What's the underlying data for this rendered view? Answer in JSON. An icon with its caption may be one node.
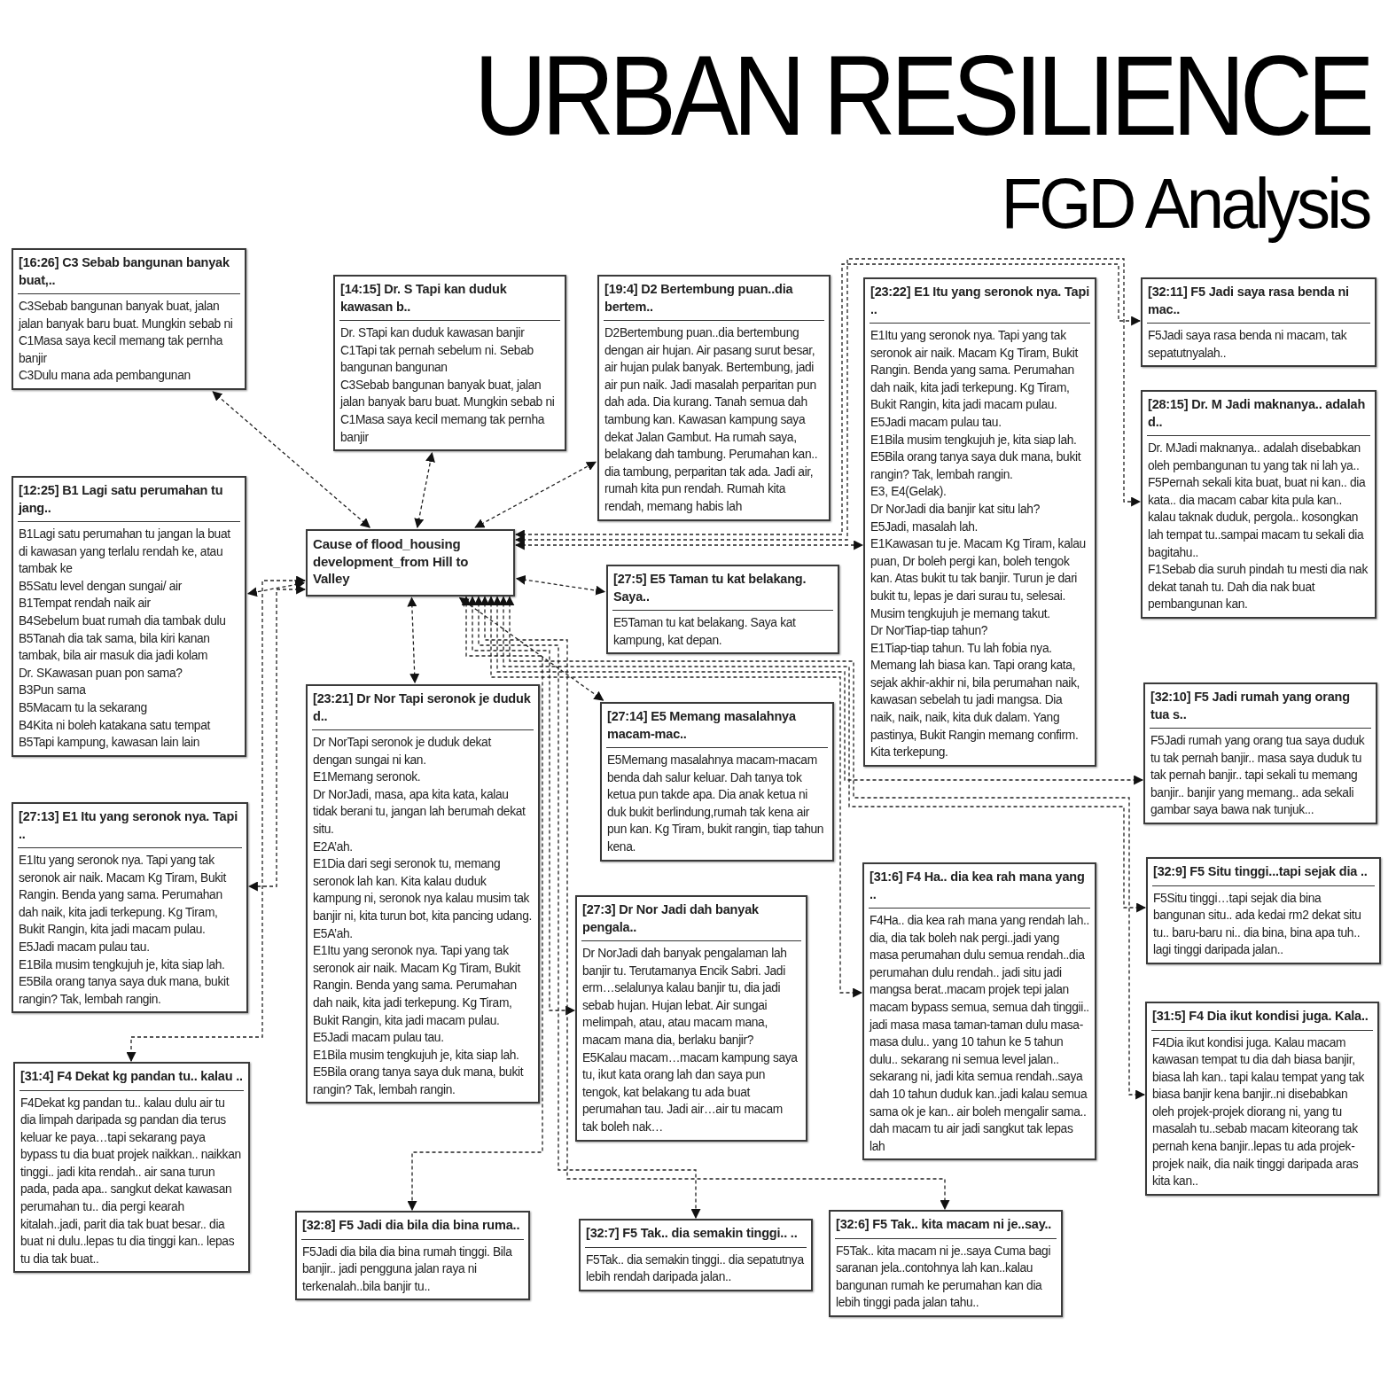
{
  "diagram": {
    "title": "URBAN RESILIENCE",
    "nodes": [
      {
        "text": [
          "Cause of flood_housing development_from Hill to Valley"
        ]
      },
      {
        "text": [
          "[16:26] C3 Sebab bangunan banyak buat,..",
          "C3Sebab bangunan banyak buat, jalan jalan banyak baru buat. Mungkin sebab  ni",
          "C1Masa saya kecil memang tak pernha banjir",
          "C3Dulu mana ada pembangunan"
        ]
      },
      {
        "text": [
          "[14:15] Dr. S Tapi kan duduk kawasan b..",
          "Dr. STapi kan duduk kawasan banjir",
          "C1Tapi tak pernah sebelum ni. Sebab bangunan  bangunan",
          "C3Sebab bangunan banyak buat, jalan jalan banyak baru buat. Mungkin sebab  ni",
          "C1Masa saya kecil memang tak pernha banjir"
        ]
      },
      {
        "text": [
          "[19:4] D2 Bertembung puan..dia bertem..",
          "D2Bertembung puan..dia bertembung dengan air hujan. Air pasang surut besar, air hujan pulak banyak. Bertembung, jadi air pun naik. Jadi masalah perparitan pun dah ada. Dia kurang. Tanah semua dah tambung kan. Kawasan kampung saya dekat Jalan Gambut. Ha rumah saya, belakang dah tambung. Perumahan kan.. dia tambung, perparitan tak ada. Jadi air, rumah kita pun rendah. Rumah kita rendah, memang habis lah"
        ]
      },
      {
        "text": [
          "[23:22] E1 Itu yang seronok nya. Tapi ..",
          "E1Itu yang seronok nya. Tapi yang tak seronok air naik. Macam Kg Tiram, Bukit Rangin. Benda yang sama. Perumahan dah naik, kita jadi terkepung. Kg Tiram, Bukit Rangin, kita jadi macam pulau.",
          "E5Jadi macam pulau tau.",
          "E1Bila musim tengkujuh je, kita siap lah.",
          "E5Bila orang tanya saya duk mana, bukit rangin? Tak, lembah rangin.",
          "E3, E4(Gelak).",
          "Dr NorJadi dia banjir kat situ lah?",
          "E5Jadi,  masalah lah.",
          "E1Kawasan tu je. Macam Kg Tiram, kalau puan, Dr boleh pergi kan, boleh tengok kan. Atas bukit tu tak banjir. Turun je dari bukit tu, lepas je dari surau tu, selesai. Musim tengkujuh je memang takut.",
          "Dr NorTiap-tiap tahun?",
          "E1Tiap-tiap tahun. Tu lah fobia nya. Memang lah biasa kan. Tapi orang kata, sejak akhir-akhir ni, bila perumahan naik, kawasan sebelah tu jadi mangsa. Dia naik, naik, naik, kita duk dalam. Yang pastinya, Bukit Rangin memang confirm. Kita terkepung."
        ]
      },
      {
        "text": [
          "[32:11] F5 Jadi saya rasa benda ni mac..",
          "F5Jadi saya rasa benda ni macam, tak sepatutnyalah.."
        ]
      },
      {
        "text": [
          "[28:15] Dr. M Jadi maknanya.. adalah d..",
          "Dr. MJadi maknanya.. adalah disebabkan oleh pembangunan tu yang tak ni lah ya..",
          "F5Pernah sekali kita buat, buat ni kan.. dia kata.. dia macam cabar kita pula kan.. kalau taknak duduk, pergola.. kosongkan lah tempat tu..sampai macam tu sekali dia bagitahu..",
          "F1Sebab dia suruh pindah tu mesti dia nak dekat tanah tu. Dah dia nak buat pembangunan kan."
        ]
      },
      {
        "text": [
          "[12:25] B1 Lagi satu perumahan tu jang..",
          "B1Lagi satu perumahan tu jangan la buat di kawasan yang terlalu rendah ke, atau tambak ke",
          "B5Satu level dengan sungai/ air",
          "B1Tempat rendah naik air",
          "B4Sebelum buat rumah dia tambak dulu",
          "B5Tanah dia tak sama, bila kiri kanan tambak, bila air masuk dia jadi kolam",
          "Dr. SKawasan puan pon sama?",
          "B3Pun sama",
          "B5Macam tu la sekarang",
          "B4Kita ni boleh katakana satu tempat",
          "B5Tapi kampung, kawasan lain lain"
        ]
      },
      {
        "text": [
          "[27:5] E5 Taman tu kat belakang. Saya..",
          "E5Taman tu kat belakang. Saya kat kampung, kat depan."
        ]
      },
      {
        "text": [
          "[27:13] E1 Itu yang seronok nya. Tapi ..",
          "E1Itu yang seronok nya. Tapi yang tak seronok air naik. Macam Kg Tiram, Bukit Rangin. Benda yang sama. Perumahan dah naik, kita jadi terkepung. Kg Tiram, Bukit Rangin, kita jadi macam pulau.",
          "E5Jadi macam pulau tau.",
          "E1Bila musim tengkujuh je, kita siap lah.",
          "E5Bila orang tanya saya duk mana, bukit rangin? Tak, lembah rangin."
        ]
      },
      {
        "text": [
          "[23:21] Dr Nor Tapi seronok je duduk d..",
          "Dr NorTapi seronok je duduk dekat dengan sungai ni kan.",
          "E1Memang  seronok.",
          "Dr NorJadi, masa, apa kita kata, kalau tidak berani tu, jangan lah berumah dekat  situ.",
          "E2A’ah.",
          "E1Dia dari segi seronok tu, memang seronok lah kan. Kita kalau duduk kampung ni, seronok nya kalau musim tak banjir ni, kita turun bot, kita pancing udang.",
          "E5A’ah.",
          "E1Itu yang seronok nya. Tapi yang tak seronok air naik. Macam Kg Tiram, Bukit Rangin. Benda yang sama. Perumahan dah naik, kita jadi terkepung. Kg Tiram, Bukit Rangin, kita jadi macam pulau.",
          "E5Jadi macam  pulau  tau.",
          "E1Bila musim tengkujuh je, kita siap lah.",
          "E5Bila orang tanya saya duk mana, bukit rangin? Tak, lembah rangin."
        ]
      },
      {
        "text": [
          "[27:14] E5 Memang masalahnya macam-mac..",
          "E5Memang masalahnya macam-macam benda dah salur keluar.  Dah tanya tok ketua pun takde apa. Dia anak ketua ni duk bukit berlindung,rumah tak kena air pun kan. Kg Tiram, bukit rangin, tiap tahun kena."
        ]
      },
      {
        "text": [
          "[32:10] F5 Jadi rumah yang orang tua s..",
          "F5Jadi rumah yang orang tua saya duduk tu tak pernah banjir.. masa saya duduk tu tak pernah banjir.. tapi sekali tu memang banjir.. banjir yang memang.. ada sekali gambar saya bawa nak tunjuk..."
        ]
      },
      {
        "text": [
          "[31:6] F4 Ha.. dia kea rah mana yang ..",
          "F4Ha.. dia kea rah mana yang rendah lah.. dia, dia tak boleh nak pergi..jadi yang masa perumahan dulu semua rendah..dia perumahan dulu rendah.. jadi situ jadi mangsa berat..macam projek tepi jalan macam bypass semua, semua dah tinggii.. jadi masa masa taman-taman dulu masa-masa dulu.. yang 10 tahun ke 5 tahun dulu.. sekarang ni semua level jalan.. sekarang ni, jadi kita semua rendah..saya dah 10 tahun duduk kan..jadi kalau semua sama ok je kan.. air boleh mengalir sama.. dah macam tu air jadi sangkut tak lepas lah"
        ]
      },
      {
        "text": [
          "[32:9] F5 Situ tinggi...tapi sejak dia ..",
          "F5Situ tinggi…tapi sejak dia bina bangunan situ.. ada kedai rm2 dekat situ tu.. baru-baru ni.. dia bina, bina apa tuh.. lagi tinggi daripada jalan.."
        ]
      },
      {
        "text": [
          "[27:3] Dr Nor Jadi dah banyak pengala..",
          "Dr NorJadi dah banyak pengalaman lah banjir tu. Terutamanya Encik Sabri. Jadi erm…selalunya kalau banjir tu, dia jadi sebab hujan. Hujan lebat. Air sungai melimpah, atau, atau macam mana, macam mana dia, berlaku banjir?",
          "E5Kalau macam…macam kampung saya tu, ikut kata orang lah dan saya pun tengok, kat belakang tu ada buat perumahan tau. Jadi air…air tu macam tak boleh nak…"
        ]
      },
      {
        "text": [
          "[31:4] F4 Dekat kg pandan tu.. kalau ..",
          "F4Dekat kg pandan tu.. kalau dulu air tu dia limpah daripada sg pandan dia terus keluar ke paya…tapi sekarang paya bypass tu dia buat projek naikkan.. naikkan tinggi.. jadi kita rendah.. air sana turun pada, pada apa..  sangkut dekat kawasan perumahan tu.. dia pergi kearah kitalah..jadi, parit dia tak buat besar.. dia buat ni dulu..lepas tu dia tinggi kan.. lepas tu dia tak buat.."
        ]
      },
      {
        "text": [
          "[31:5] F4 Dia ikut kondisi juga. Kala..",
          "F4Dia ikut kondisi juga. Kalau macam kawasan tempat tu dia dah biasa banjir, biasa lah kan.. tapi kalau tempat yang tak biasa banjir kena banjir..ni disebabkan oleh projek-projek diorang ni, yang tu masalah tu..sebab macam kiteorang tak pernah kena banjir..lepas tu ada projek-projek naik, dia naik tinggi daripada aras kita kan.."
        ]
      },
      {
        "text": [
          "[32:8] F5 Jadi dia bila dia bina ruma..",
          "F5Jadi dia bila dia bina rumah tinggi. Bila banjir.. jadi pengguna jalan raya ni terkenalah..bila  banjir  tu.."
        ]
      },
      {
        "text": [
          "[32:7] F5 Tak.. dia semakin tinggi.. ..",
          "F5Tak.. dia semakin tinggi.. dia sepatutnya lebih rendah daripada jalan.."
        ]
      },
      {
        "text": [
          "[32:6] F5 Tak.. kita macam ni je..say..",
          "F5Tak.. kita macam ni je..saya Cuma bagi saranan jela..contohnya lah kan..kalau bangunan rumah ke perumahan kan dia lebih tinggi pada jalan tahu.."
        ]
      }
    ],
    "edges": [
      {
        "from": 0,
        "to": 1,
        "arrow": "both"
      },
      {
        "from": 0,
        "to": 2,
        "arrow": "both"
      },
      {
        "from": 0,
        "to": 3,
        "arrow": "both"
      },
      {
        "from": 0,
        "to": 4,
        "arrow": "both"
      },
      {
        "from": 0,
        "to": 5,
        "arrow": "both"
      },
      {
        "from": 0,
        "to": 6,
        "arrow": "both"
      },
      {
        "from": 0,
        "to": 7,
        "arrow": "both"
      },
      {
        "from": 0,
        "to": 8,
        "arrow": "both"
      },
      {
        "from": 0,
        "to": 9,
        "arrow": "both"
      },
      {
        "from": 0,
        "to": 10,
        "arrow": "both"
      },
      {
        "from": 0,
        "to": 11,
        "arrow": "both"
      },
      {
        "from": 0,
        "to": 12,
        "arrow": "both"
      },
      {
        "from": 0,
        "to": 13,
        "arrow": "both"
      },
      {
        "from": 0,
        "to": 14,
        "arrow": "both"
      },
      {
        "from": 0,
        "to": 15,
        "arrow": "both"
      },
      {
        "from": 0,
        "to": 16,
        "arrow": "both"
      },
      {
        "from": 0,
        "to": 17,
        "arrow": "both"
      },
      {
        "from": 0,
        "to": 18,
        "arrow": "both"
      },
      {
        "from": 0,
        "to": 19,
        "arrow": "both"
      },
      {
        "from": 0,
        "to": 20,
        "arrow": "both"
      }
    ],
    "labels": [
      "FGD Analysis"
    ]
  }
}
